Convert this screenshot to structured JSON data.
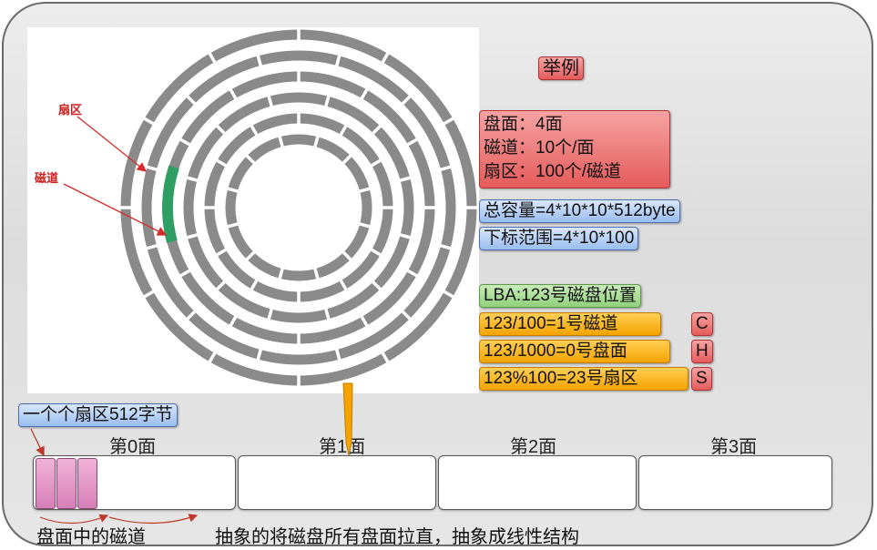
{
  "disk_labels": {
    "sector": "扇区",
    "track": "磁道"
  },
  "example_title": "举例",
  "specs": {
    "faces": "盘面：4面",
    "tracks": "磁道：10个/面",
    "sectors": "扇区：100个/磁道"
  },
  "capacity": "总容量=4*10*10*512byte",
  "index_range": "下标范围=4*10*100",
  "lba": {
    "title": "LBA:123号磁盘位置",
    "rows": [
      {
        "text": "123/100=1号磁道",
        "letter": "C"
      },
      {
        "text": "123/1000=0号盘面",
        "letter": "H"
      },
      {
        "text": "123%100=23号扇区",
        "letter": "S"
      }
    ]
  },
  "sector_size_note": "一个个扇区512字节",
  "faces": [
    "第0面",
    "第1面",
    "第2面",
    "第3面"
  ],
  "captions": {
    "track_in_face": "盘面中的磁道",
    "abstract": "抽象的将磁盘所有盘面拉直，抽象成线性结构"
  },
  "colors": {
    "track_gray": "#8a8a8a",
    "highlight_sector": "#2e9e63",
    "arrow_red": "#d42a2a",
    "pointer_orange": "#f5a300"
  }
}
